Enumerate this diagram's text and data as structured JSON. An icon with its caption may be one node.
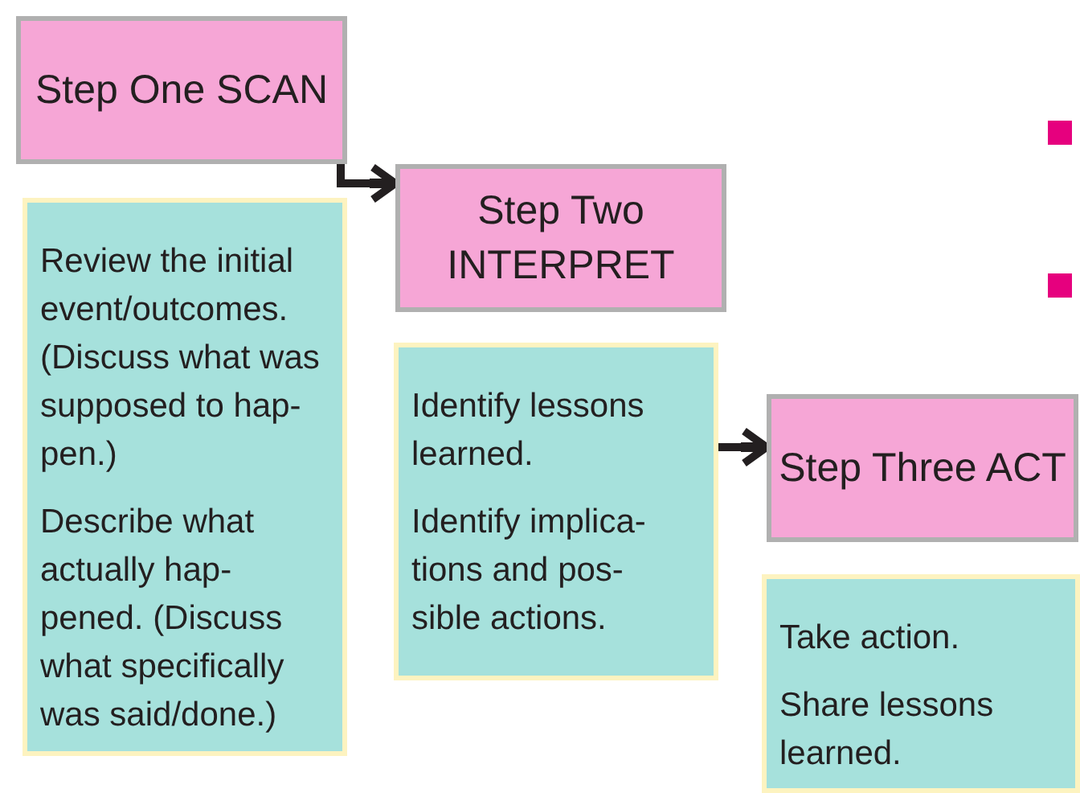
{
  "diagram": {
    "nodes": [
      {
        "text": [
          "Step One SCAN"
        ]
      },
      {
        "text": [
          "Review the initial event/outcomes. (Discuss what was supposed to hap- pen.)",
          "Describe what actually hap- pened. (Discuss what specifically was said/done.)"
        ]
      },
      {
        "text": [
          "Step Two INTERPRET"
        ]
      },
      {
        "text": [
          "Identify lessons learned.",
          "Identify implica- tions and pos- sible actions."
        ]
      },
      {
        "text": [
          "Step Three ACT"
        ]
      },
      {
        "text": [
          "Take action.",
          "Share lessons learned."
        ]
      }
    ],
    "edges": [
      {
        "from": 0,
        "to": 2,
        "arrow": "to"
      },
      {
        "from": 3,
        "to": 4,
        "arrow": "to"
      }
    ]
  }
}
